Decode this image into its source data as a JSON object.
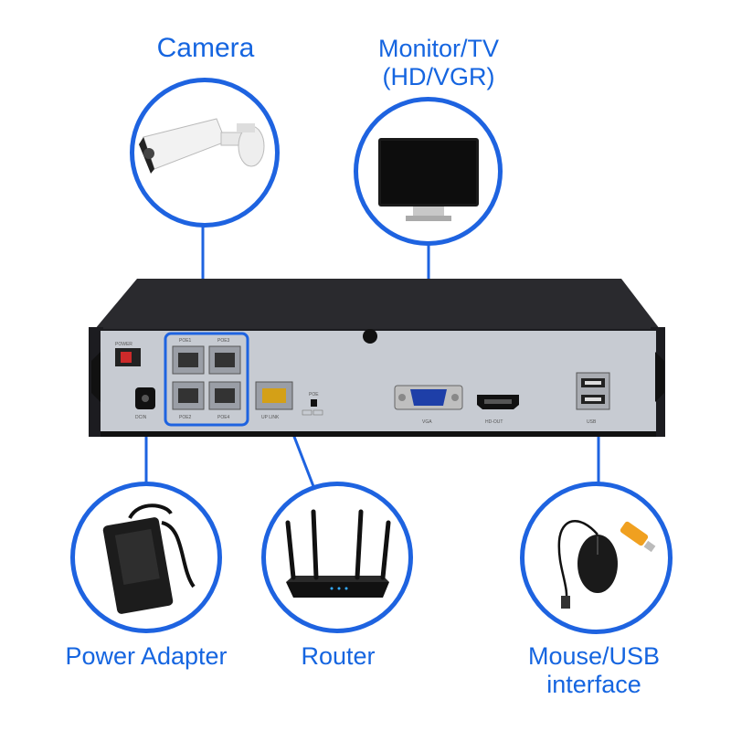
{
  "labels": {
    "camera": "Camera",
    "monitor_line1": "Monitor/TV",
    "monitor_line2": "(HD/VGR)",
    "power_adapter": "Power Adapter",
    "router": "Router",
    "mouse_line1": "Mouse/USB",
    "mouse_line2": "interface"
  },
  "nvr_panel": {
    "power": "POWER",
    "dcin": "DCIN",
    "poe1": "POE1",
    "poe2": "POE2",
    "poe3": "POE3",
    "poe4": "POE4",
    "uplink": "UP LINK",
    "poe": "POE",
    "vga": "VGA",
    "hdout": "HD-OUT",
    "usb": "USB"
  },
  "colors": {
    "accent_blue": "#1e63e0",
    "label_blue": "#1565e0",
    "chassis_dark": "#2a2a2e",
    "panel_grey": "#c7cbd2"
  }
}
